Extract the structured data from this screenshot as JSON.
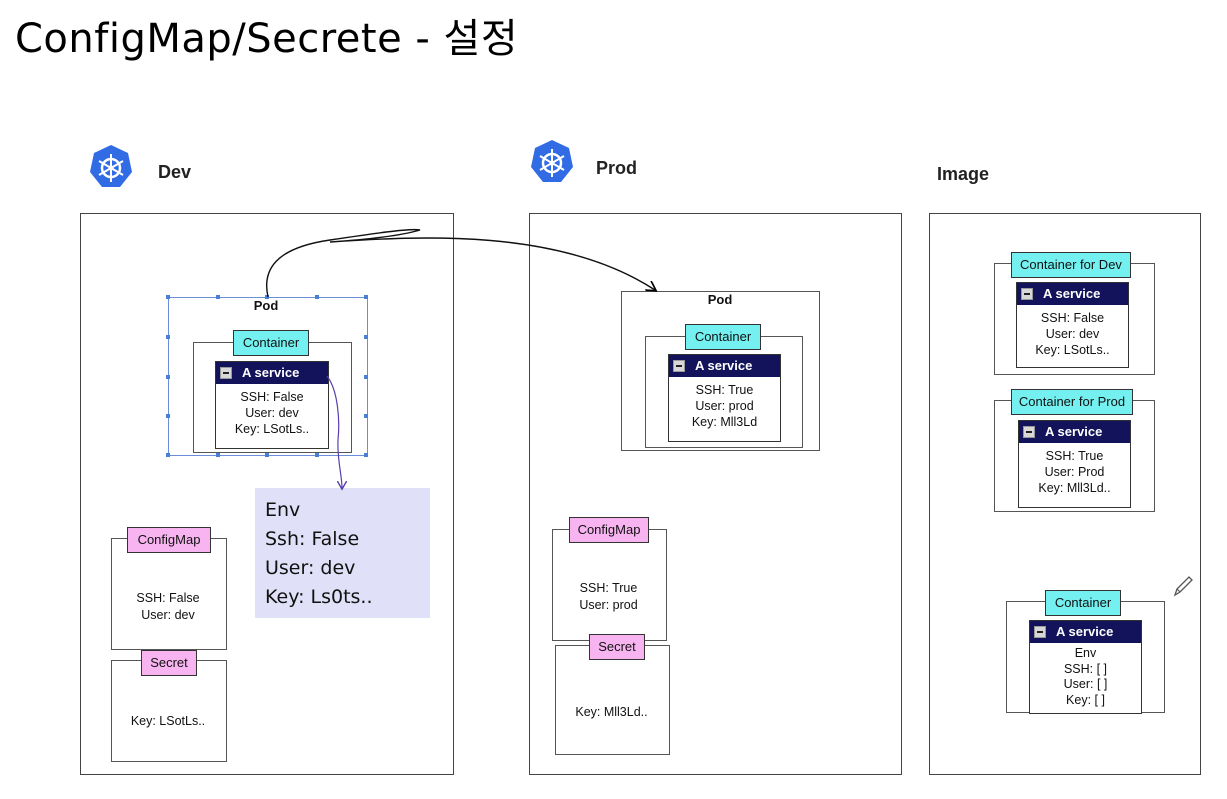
{
  "title": "ConfigMap/Secrete - 설정",
  "columns": {
    "dev": {
      "label": "Dev",
      "pod_label": "Pod",
      "container_label": "Container",
      "service": {
        "name": "A service",
        "lines": [
          "SSH: False",
          "User: dev",
          "Key: LSotLs.."
        ]
      },
      "configmap": {
        "label": "ConfigMap",
        "lines": [
          "SSH: False",
          "User: dev"
        ]
      },
      "secret": {
        "label": "Secret",
        "lines": [
          "Key: LSotLs.."
        ]
      },
      "env_note": [
        "Env",
        "Ssh: False",
        "User: dev",
        "Key: Ls0ts.."
      ]
    },
    "prod": {
      "label": "Prod",
      "pod_label": "Pod",
      "container_label": "Container",
      "service": {
        "name": "A service",
        "lines": [
          "SSH: True",
          "User: prod",
          "Key: Mll3Ld"
        ]
      },
      "configmap": {
        "label": "ConfigMap",
        "lines": [
          "SSH: True",
          "User: prod"
        ]
      },
      "secret": {
        "label": "Secret",
        "lines": [
          "Key: Mll3Ld.."
        ]
      }
    },
    "image": {
      "label": "Image",
      "dev_container": {
        "label": "Container for Dev",
        "service": {
          "name": "A service",
          "lines": [
            "SSH: False",
            "User: dev",
            "Key: LSotLs.."
          ]
        }
      },
      "prod_container": {
        "label": "Container for Prod",
        "service": {
          "name": "A service",
          "lines": [
            "SSH: True",
            "User: Prod",
            "Key: Mll3Ld.."
          ]
        }
      },
      "generic_container": {
        "label": "Container",
        "service": {
          "name": "A service",
          "lines": [
            "Env",
            "SSH: [   ]",
            "User: [   ]",
            "Key:  [   ]"
          ]
        }
      }
    }
  },
  "icons": [
    "kubernetes-logo-icon",
    "pencil-icon"
  ],
  "colors": {
    "container_tag": "#73f0ef",
    "config_tag": "#f8b4f0",
    "service_header": "#12135a",
    "env_note_bg": "#e0e0f8",
    "k8s_blue": "#326ce5",
    "annotation_arrow": "#5a3fb0"
  }
}
